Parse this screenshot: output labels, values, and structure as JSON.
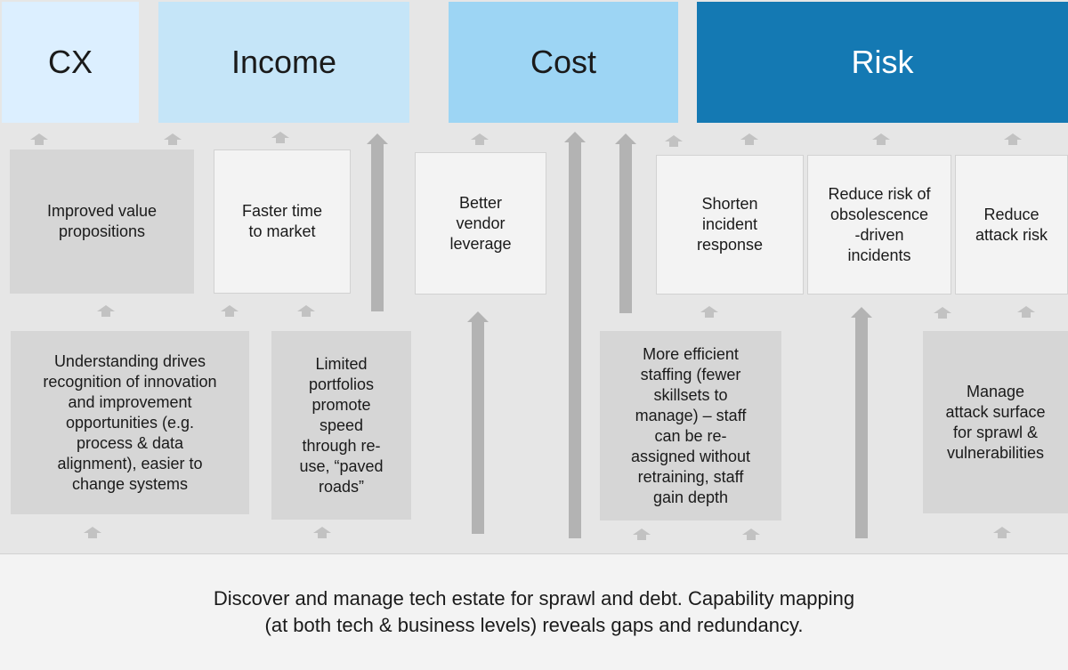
{
  "headers": {
    "cx": {
      "label": "CX",
      "color": "#dcefff"
    },
    "income": {
      "label": "Income",
      "color": "#c5e5f8"
    },
    "cost": {
      "label": "Cost",
      "color": "#9dd5f4"
    },
    "risk": {
      "label": "Risk",
      "color": "#1479b3"
    }
  },
  "benefits": {
    "improved_value": "Improved value\npropositions",
    "faster_time": "Faster time\nto market",
    "vendor_leverage": "Better\nvendor\nleverage",
    "shorten_incident": "Shorten\nincident\nresponse",
    "obsolescence": "Reduce risk of\nobsolescence\n-driven\nincidents",
    "attack_risk": "Reduce\nattack risk"
  },
  "enablers": {
    "understanding": "Understanding drives\nrecognition of innovation\nand improvement\nopportunities (e.g.\nprocess & data\nalignment), easier to\nchange systems",
    "limited_portfolios": "Limited\nportfolios\npromote\nspeed\nthrough re-\nuse, “paved\nroads”",
    "efficient_staffing": "More efficient\nstaffing (fewer\nskillsets to\nmanage) – staff\ncan be re-\nassigned without\nretraining, staff\ngain depth",
    "attack_surface": "Manage\nattack surface\nfor sprawl &\nvulnerabilities"
  },
  "foundation": {
    "text": "Discover and manage tech estate for sprawl and debt. Capability mapping\n(at both tech & business levels) reveals gaps and redundancy."
  }
}
